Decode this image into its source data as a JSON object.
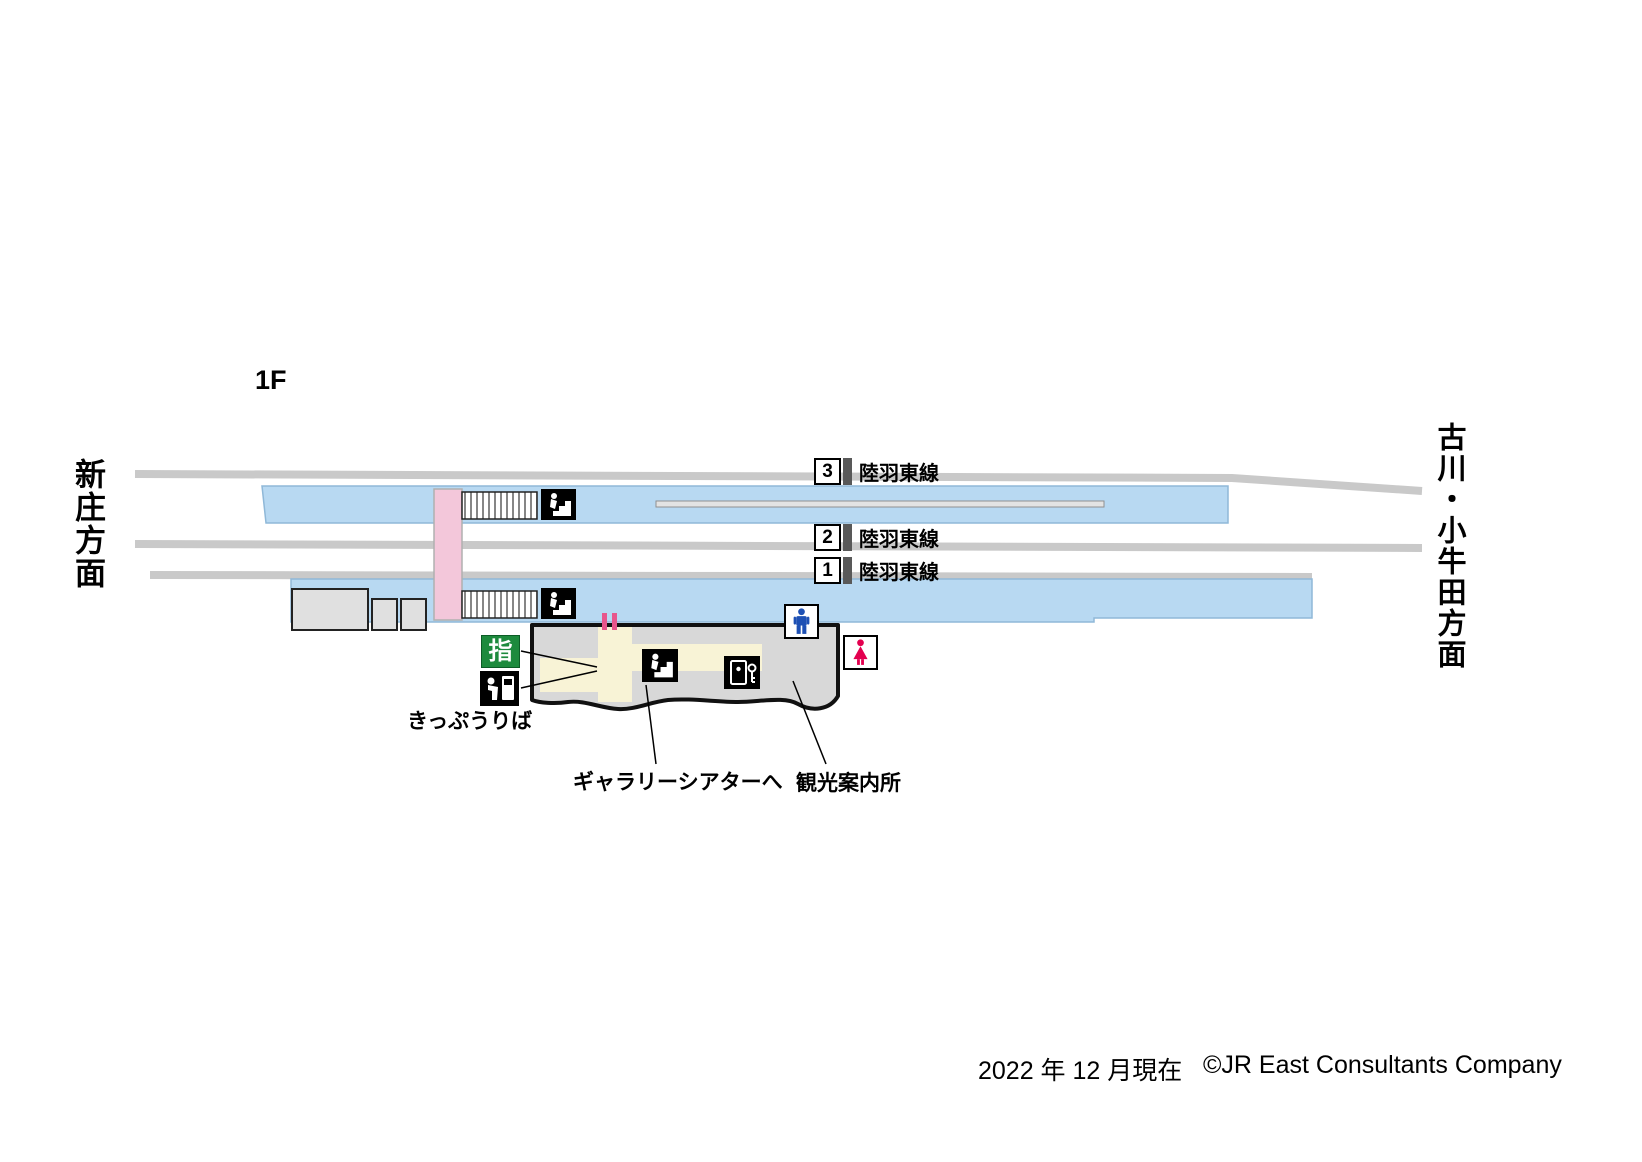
{
  "floor_label": "1F",
  "directions": {
    "left": "新庄方面",
    "right": "古川・小牛田方面"
  },
  "platforms": [
    {
      "number": "3",
      "line": "陸羽東線"
    },
    {
      "number": "2",
      "line": "陸羽東線"
    },
    {
      "number": "1",
      "line": "陸羽東線"
    }
  ],
  "facilities": {
    "reserved_seat_machine": "指",
    "ticket_office": "きっぷうりば",
    "gallery_theater": "ギャラリーシアターへ",
    "tourist_info": "観光案内所"
  },
  "icons": {
    "stairs_upper": "stairs-icon",
    "stairs_lower": "stairs-icon",
    "stairs_building": "stairs-icon",
    "ticket_machine": "ticket-machine-icon",
    "coin_locker": "coin-locker-icon",
    "mens_toilet": "mens-toilet-icon",
    "womens_toilet": "womens-toilet-icon",
    "reserved_seat": "reserved-seat-icon",
    "ticket_gate": "ticket-gate-marks"
  },
  "footer": {
    "date": "2022 年 12 月現在",
    "copyright": "©JR East Consultants Company"
  },
  "colors": {
    "platform_blue": "#b8d9f2",
    "bridge_pink": "#f3c7da",
    "track_gray": "#c9c9c9",
    "building_gray": "#d8d8d8",
    "concourse_cream": "#f8f3d6",
    "reserved_green": "#1d8a3d",
    "mens_blue": "#1d50b4",
    "womens_red": "#e3004f",
    "gate_pink": "#e8568c"
  }
}
